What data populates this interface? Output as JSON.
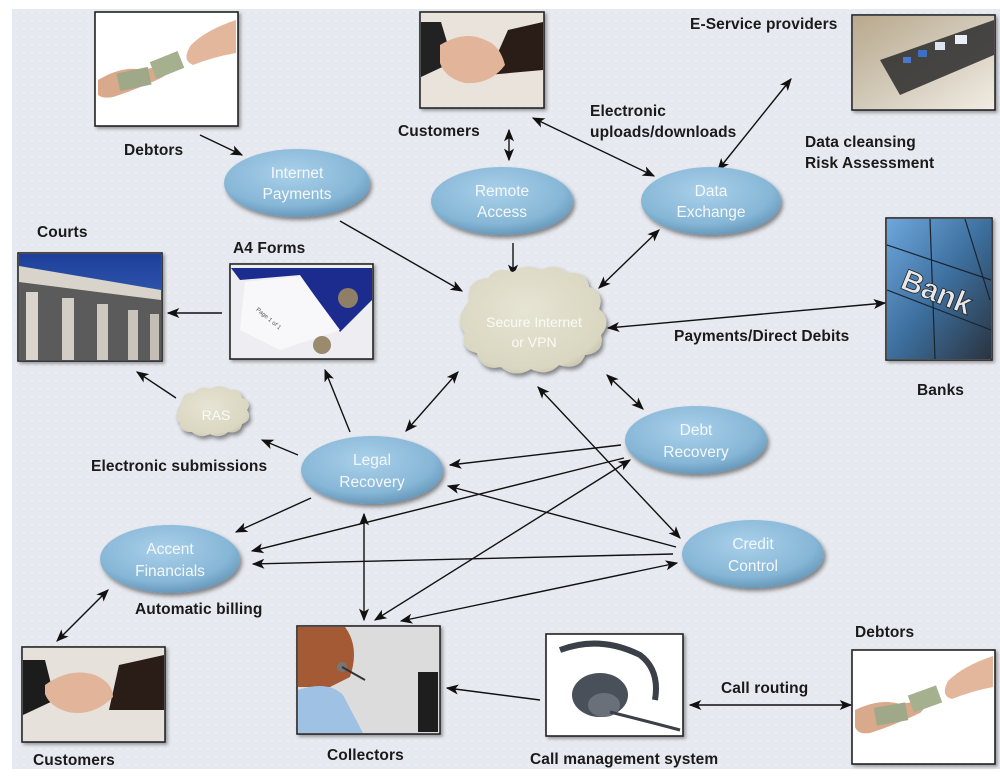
{
  "diagram": {
    "title": "Debt collection system architecture",
    "colors": {
      "background": "#e6e9ef",
      "ellipse_fill": "#8fbddc",
      "ellipse_text": "#f4f8fb",
      "cloud_fill": "#dedbc8",
      "arrow": "#111111",
      "label_text": "#1a1a1a"
    },
    "process_nodes": [
      {
        "id": "internet_payments",
        "lines": [
          "Internet",
          "Payments"
        ]
      },
      {
        "id": "remote_access",
        "lines": [
          "Remote",
          "Access"
        ]
      },
      {
        "id": "data_exchange",
        "lines": [
          "Data",
          "Exchange"
        ]
      },
      {
        "id": "legal_recovery",
        "lines": [
          "Legal",
          "Recovery"
        ]
      },
      {
        "id": "debt_recovery",
        "lines": [
          "Debt",
          "Recovery"
        ]
      },
      {
        "id": "accent_financials",
        "lines": [
          "Accent",
          "Financials"
        ]
      },
      {
        "id": "credit_control",
        "lines": [
          "Credit",
          "Control"
        ]
      }
    ],
    "cloud_nodes": [
      {
        "id": "secure_internet",
        "lines": [
          "Secure Internet",
          "or VPN"
        ]
      },
      {
        "id": "ras",
        "lines": [
          "RAS"
        ]
      }
    ],
    "image_nodes": [
      {
        "id": "debtors_top",
        "label": "Debtors",
        "image": "money-handover-photo"
      },
      {
        "id": "customers_top",
        "label": "Customers",
        "image": "handshake-photo"
      },
      {
        "id": "eservice",
        "label": "E-Service providers",
        "image": "computer-room-photo"
      },
      {
        "id": "courts",
        "label": "Courts",
        "image": "courthouse-photo"
      },
      {
        "id": "a4forms",
        "label": "A4 Forms",
        "image": "binder-forms-photo"
      },
      {
        "id": "banks",
        "label": "Banks",
        "image": "bank-building-photo"
      },
      {
        "id": "customers_bottom",
        "label": "Customers",
        "image": "handshake-photo"
      },
      {
        "id": "collectors",
        "label": "Collectors",
        "image": "call-center-agent-photo"
      },
      {
        "id": "call_mgmt",
        "label": "Call management system",
        "image": "headset-photo"
      },
      {
        "id": "debtors_bottom",
        "label": "Debtors",
        "image": "money-handover-photo"
      }
    ],
    "edge_labels": {
      "uploads": [
        "Electronic",
        "uploads/downloads"
      ],
      "cleansing": [
        "Data cleansing",
        "Risk Assessment"
      ],
      "payments": "Payments/Direct Debits",
      "esubmissions": "Electronic submissions",
      "billing": "Automatic billing",
      "call_routing": "Call routing"
    },
    "edges": [
      {
        "from": "debtors_top",
        "to": "internet_payments",
        "direction": "forward"
      },
      {
        "from": "customers_top",
        "to": "remote_access",
        "direction": "both"
      },
      {
        "from": "customers_top",
        "to": "data_exchange",
        "direction": "both",
        "label": "Electronic uploads/downloads"
      },
      {
        "from": "eservice",
        "to": "data_exchange",
        "direction": "both",
        "label": "Data cleansing / Risk Assessment"
      },
      {
        "from": "internet_payments",
        "to": "secure_internet",
        "direction": "forward"
      },
      {
        "from": "remote_access",
        "to": "secure_internet",
        "direction": "forward"
      },
      {
        "from": "data_exchange",
        "to": "secure_internet",
        "direction": "both"
      },
      {
        "from": "banks",
        "to": "secure_internet",
        "direction": "both",
        "label": "Payments/Direct Debits"
      },
      {
        "from": "a4forms",
        "to": "courts",
        "direction": "forward"
      },
      {
        "from": "ras",
        "to": "courts",
        "direction": "forward"
      },
      {
        "from": "legal_recovery",
        "to": "ras",
        "direction": "forward",
        "label": "Electronic submissions"
      },
      {
        "from": "legal_recovery",
        "to": "a4forms",
        "direction": "forward"
      },
      {
        "from": "legal_recovery",
        "to": "secure_internet",
        "direction": "both"
      },
      {
        "from": "debt_recovery",
        "to": "secure_internet",
        "direction": "both"
      },
      {
        "from": "debt_recovery",
        "to": "legal_recovery",
        "direction": "forward"
      },
      {
        "from": "debt_recovery",
        "to": "accent_financials",
        "direction": "forward"
      },
      {
        "from": "credit_control",
        "to": "legal_recovery",
        "direction": "forward"
      },
      {
        "from": "credit_control",
        "to": "accent_financials",
        "direction": "forward"
      },
      {
        "from": "legal_recovery",
        "to": "accent_financials",
        "direction": "forward"
      },
      {
        "from": "credit_control",
        "to": "secure_internet",
        "direction": "both"
      },
      {
        "from": "collectors",
        "to": "legal_recovery",
        "direction": "both"
      },
      {
        "from": "collectors",
        "to": "debt_recovery",
        "direction": "both"
      },
      {
        "from": "collectors",
        "to": "credit_control",
        "direction": "both"
      },
      {
        "from": "customers_bottom",
        "to": "accent_financials",
        "direction": "both",
        "label": "Automatic billing"
      },
      {
        "from": "call_mgmt",
        "to": "collectors",
        "direction": "forward"
      },
      {
        "from": "call_mgmt",
        "to": "debtors_bottom",
        "direction": "both",
        "label": "Call routing"
      }
    ]
  }
}
